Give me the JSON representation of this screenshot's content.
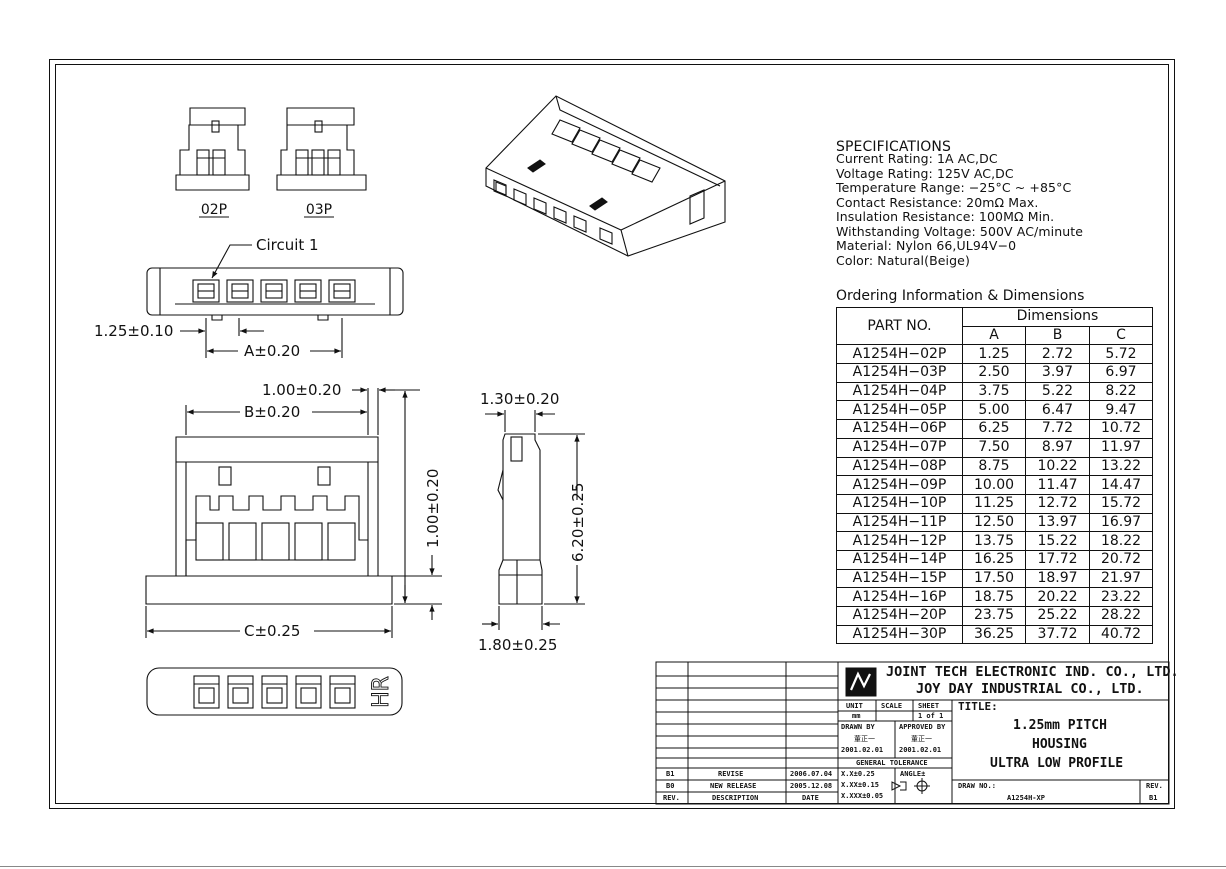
{
  "views": {
    "variant_labels": [
      "02P",
      "03P"
    ],
    "circuit_label": "Circuit 1",
    "dims": {
      "pitch": "1.25±0.10",
      "a": "A±0.20",
      "top_gap": "1.00±0.20",
      "b": "B±0.20",
      "side_height": "1.00±0.20",
      "c": "C±0.25",
      "side_width": "1.30±0.20",
      "side_total": "6.20±0.25",
      "side_base": "1.80±0.25"
    },
    "hr_mark": "HR"
  },
  "specifications": {
    "title": "SPECIFICATIONS",
    "lines": [
      "Current Rating: 1A AC,DC",
      "Voltage Rating: 125V AC,DC",
      "Temperature Range: −25°C ~ +85°C",
      "Contact Resistance: 20mΩ Max.",
      "Insulation Resistance: 100MΩ Min.",
      "Withstanding Voltage: 500V AC/minute",
      "Material: Nylon 66,UL94V−0",
      "Color: Natural(Beige)"
    ]
  },
  "ordering": {
    "title": "Ordering Information & Dimensions",
    "part_header": "PART NO.",
    "dims_header": "Dimensions",
    "col_a": "A",
    "col_b": "B",
    "col_c": "C",
    "rows": [
      [
        "A1254H−02P",
        "1.25",
        "2.72",
        "5.72"
      ],
      [
        "A1254H−03P",
        "2.50",
        "3.97",
        "6.97"
      ],
      [
        "A1254H−04P",
        "3.75",
        "5.22",
        "8.22"
      ],
      [
        "A1254H−05P",
        "5.00",
        "6.47",
        "9.47"
      ],
      [
        "A1254H−06P",
        "6.25",
        "7.72",
        "10.72"
      ],
      [
        "A1254H−07P",
        "7.50",
        "8.97",
        "11.97"
      ],
      [
        "A1254H−08P",
        "8.75",
        "10.22",
        "13.22"
      ],
      [
        "A1254H−09P",
        "10.00",
        "11.47",
        "14.47"
      ],
      [
        "A1254H−10P",
        "11.25",
        "12.72",
        "15.72"
      ],
      [
        "A1254H−11P",
        "12.50",
        "13.97",
        "16.97"
      ],
      [
        "A1254H−12P",
        "13.75",
        "15.22",
        "18.22"
      ],
      [
        "A1254H−14P",
        "16.25",
        "17.72",
        "20.72"
      ],
      [
        "A1254H−15P",
        "17.50",
        "18.97",
        "21.97"
      ],
      [
        "A1254H−16P",
        "18.75",
        "20.22",
        "23.22"
      ],
      [
        "A1254H−20P",
        "23.75",
        "25.22",
        "28.22"
      ],
      [
        "A1254H−30P",
        "36.25",
        "37.72",
        "40.72"
      ]
    ]
  },
  "title_block": {
    "company_1": "JOINT TECH ELECTRONIC IND. CO., LTD.",
    "company_2": "JOY DAY INDUSTRIAL CO., LTD.",
    "unit_label": "UNIT",
    "unit_value": "mm",
    "scale_label": "SCALE",
    "sheet_label": "SHEET",
    "sheet_value": "1 of 1",
    "drawn_by_label": "DRAWN BY",
    "drawn_by_name": "董正一",
    "drawn_by_date": "2001.02.01",
    "approved_by_label": "APPROVED BY",
    "approved_by_name": "董正一",
    "approved_by_date": "2001.02.01",
    "general_tolerance": "GENERAL TOLERANCE",
    "tol_1": "X.X±0.25",
    "tol_2": "X.XX±0.15",
    "tol_3": "X.XXX±0.05",
    "angle_label": "ANGLE±",
    "title_label": "TITLE:",
    "title_lines": [
      "1.25mm PITCH",
      "HOUSING",
      "ULTRA LOW PROFILE"
    ],
    "draw_no_label": "DRAW NO.:",
    "draw_no": "A1254H-XP",
    "rev_label": "REV.",
    "rev_value": "B1",
    "revisions": [
      {
        "rev": "B1",
        "description": "REVISE",
        "date": "2006.07.04"
      },
      {
        "rev": "B0",
        "description": "NEW RELEASE",
        "date": "2005.12.08"
      }
    ],
    "rev_header": "REV.",
    "description_header": "DESCRIPTION",
    "date_header": "DATE"
  }
}
